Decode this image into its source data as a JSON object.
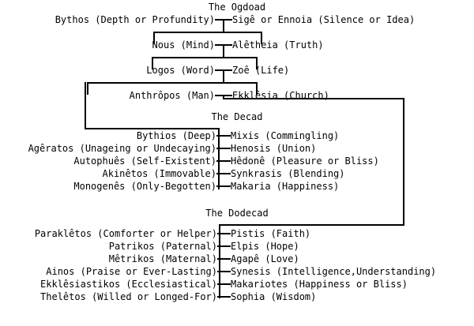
{
  "diagram": {
    "title_ogdoad": "The Ogdoad",
    "title_decad": "The Decad",
    "title_dodecad": "The Dodecad",
    "ogdoad_pairs": [
      {
        "left": "Bythos (Depth or Profundity)",
        "right": "Sigê or Ennoia (Silence or Idea)"
      },
      {
        "left": "Nous (Mind)",
        "right": "Alêtheia (Truth)"
      },
      {
        "left": "Logos (Word)",
        "right": "Zoê (Life)"
      },
      {
        "left": "Anthrôpos (Man)",
        "right": "Ekklêsia (Church)"
      }
    ],
    "decad_pairs": [
      {
        "left": "Bythios (Deep)",
        "right": "Mixis (Commingling)"
      },
      {
        "left": "Agêratos (Unageing or Undecaying)",
        "right": "Henosis (Union)"
      },
      {
        "left": "Autophuês (Self-Existent)",
        "right": "Hêdonê (Pleasure or Bliss)"
      },
      {
        "left": "Akinêtos (Immovable)",
        "right": "Synkrasis (Blending)"
      },
      {
        "left": "Monogenês (Only-Begotten)",
        "right": "Makaria (Happiness)"
      }
    ],
    "dodecad_pairs": [
      {
        "left": "Paraklêtos (Comforter or Helper)",
        "right": "Pistis (Faith)"
      },
      {
        "left": "Patrikos (Paternal)",
        "right": "Elpis (Hope)"
      },
      {
        "left": "Mêtrikos (Maternal)",
        "right": "Agapê (Love)"
      },
      {
        "left": "Ainos (Praise or Ever-Lasting)",
        "right": "Synesis (Intelligence,Understanding)"
      },
      {
        "left": "Ekklêsiastikos (Ecclesiastical)",
        "right": "Makariotes (Happiness or Bliss)"
      },
      {
        "left": "Thelêtos (Willed or Longed-For)",
        "right": "Sophia (Wisdom)"
      }
    ],
    "colors": {
      "background": "#ffffff",
      "text": "#000000",
      "rule": "#000000"
    }
  }
}
